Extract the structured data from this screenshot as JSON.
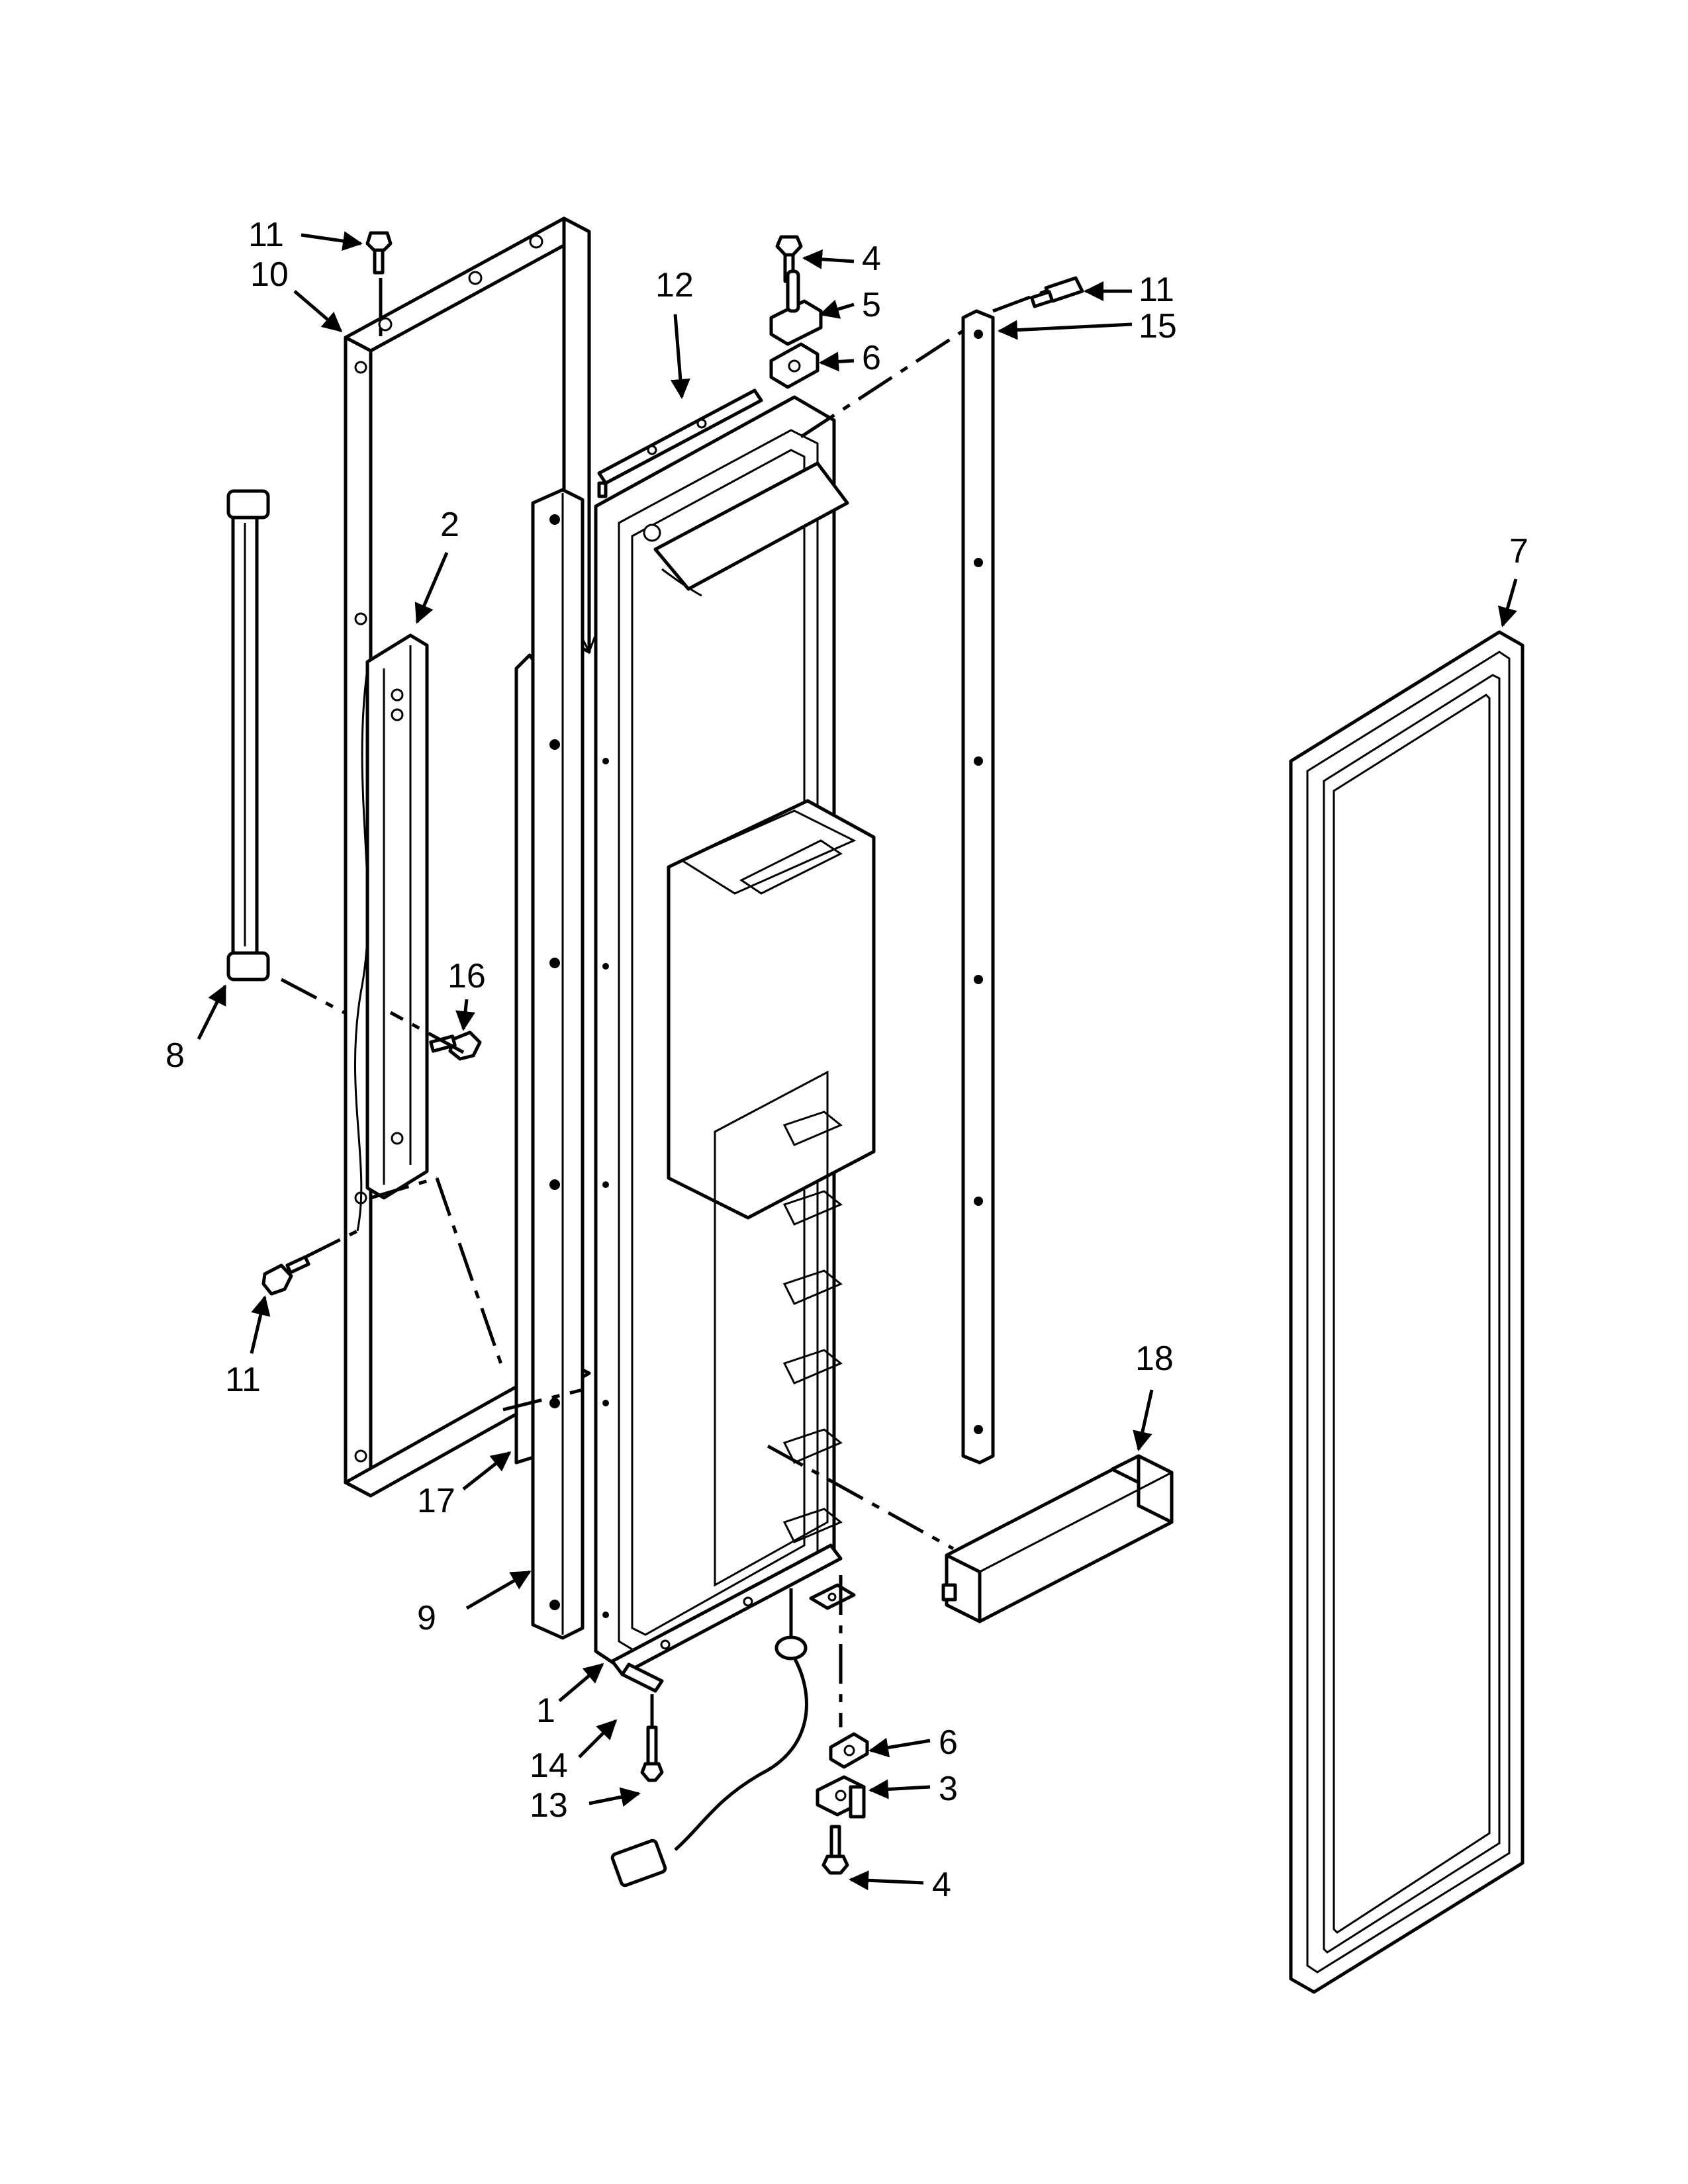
{
  "callouts": [
    {
      "id": "c11a",
      "label": "11"
    },
    {
      "id": "c10",
      "label": "10"
    },
    {
      "id": "c4a",
      "label": "4"
    },
    {
      "id": "c12",
      "label": "12"
    },
    {
      "id": "c5",
      "label": "5"
    },
    {
      "id": "c6a",
      "label": "6"
    },
    {
      "id": "c11b",
      "label": "11"
    },
    {
      "id": "c15",
      "label": "15"
    },
    {
      "id": "c2",
      "label": "2"
    },
    {
      "id": "c7",
      "label": "7"
    },
    {
      "id": "c16",
      "label": "16"
    },
    {
      "id": "c8",
      "label": "8"
    },
    {
      "id": "c11c",
      "label": "11"
    },
    {
      "id": "c18",
      "label": "18"
    },
    {
      "id": "c17",
      "label": "17"
    },
    {
      "id": "c9",
      "label": "9"
    },
    {
      "id": "c1",
      "label": "1"
    },
    {
      "id": "c6b",
      "label": "6"
    },
    {
      "id": "c14",
      "label": "14"
    },
    {
      "id": "c3",
      "label": "3"
    },
    {
      "id": "c13",
      "label": "13"
    },
    {
      "id": "c4b",
      "label": "4"
    }
  ]
}
